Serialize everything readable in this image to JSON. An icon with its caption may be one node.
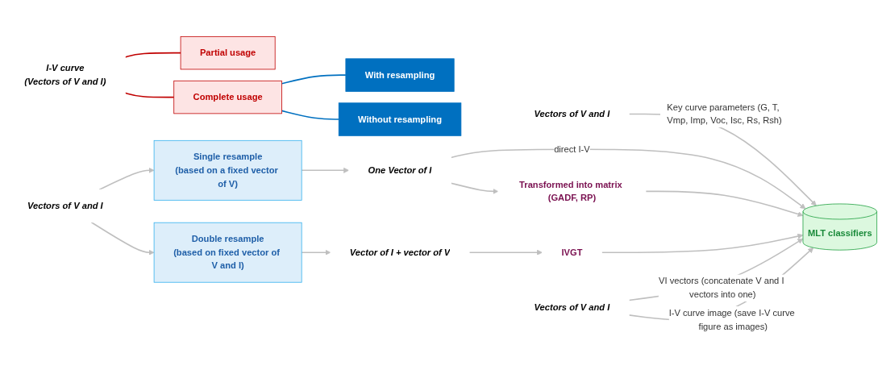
{
  "diagram": {
    "nodes": [
      {
        "text": [
          "I-V curve",
          "(Vectors of V and I)"
        ]
      },
      {
        "text": [
          "Partial usage"
        ]
      },
      {
        "text": [
          "Complete usage"
        ]
      },
      {
        "text": [
          "Vectors of V and I"
        ]
      },
      {
        "text": [
          "With resampling"
        ]
      },
      {
        "text": [
          "Without resampling"
        ]
      },
      {
        "text": [
          "Vectors of V and I"
        ]
      },
      {
        "text": [
          "Single resample",
          "(based on a fixed vector of V)"
        ]
      },
      {
        "text": [
          "Double resample",
          "(based on fixed vector of V and I)"
        ]
      },
      {
        "text": [
          "One Vector of I"
        ]
      },
      {
        "text": [
          "Vector of I + vector of V"
        ]
      },
      {
        "text": [
          "Transformed into matrix (GADF, RP)"
        ]
      },
      {
        "text": [
          "IVGT"
        ]
      },
      {
        "text": [
          "Vectors of V and I"
        ]
      },
      {
        "text": [
          "MLT classifiers"
        ]
      }
    ],
    "edges": [
      {
        "from": 0,
        "to": 1,
        "arrow": "none",
        "color": "#c00000"
      },
      {
        "from": 0,
        "to": 2,
        "arrow": "none",
        "color": "#c00000"
      },
      {
        "from": 2,
        "to": 4,
        "arrow": "none",
        "color": "#0070c0"
      },
      {
        "from": 2,
        "to": 5,
        "arrow": "none",
        "color": "#0070c0"
      },
      {
        "from": 3,
        "to": 14,
        "arrow": "to",
        "label": "Key curve parameters (G, T, Vmp, Imp, Voc, Isc, Rs, Rsh)"
      },
      {
        "from": 6,
        "to": 7,
        "arrow": "to"
      },
      {
        "from": 6,
        "to": 8,
        "arrow": "to"
      },
      {
        "from": 7,
        "to": 9,
        "arrow": "to"
      },
      {
        "from": 8,
        "to": 10,
        "arrow": "to"
      },
      {
        "from": 9,
        "to": 14,
        "arrow": "to",
        "label": "direct I-V"
      },
      {
        "from": 9,
        "to": 11,
        "arrow": "to"
      },
      {
        "from": 11,
        "to": 14,
        "arrow": "to"
      },
      {
        "from": 10,
        "to": 12,
        "arrow": "to"
      },
      {
        "from": 12,
        "to": 14,
        "arrow": "to"
      },
      {
        "from": 13,
        "to": 14,
        "arrow": "to",
        "label": "VI vectors (concatenate V and I vectors into one)"
      },
      {
        "from": 13,
        "to": 14,
        "arrow": "to",
        "label": "I-V curve image (save I-V curve figure as images)"
      }
    ]
  }
}
